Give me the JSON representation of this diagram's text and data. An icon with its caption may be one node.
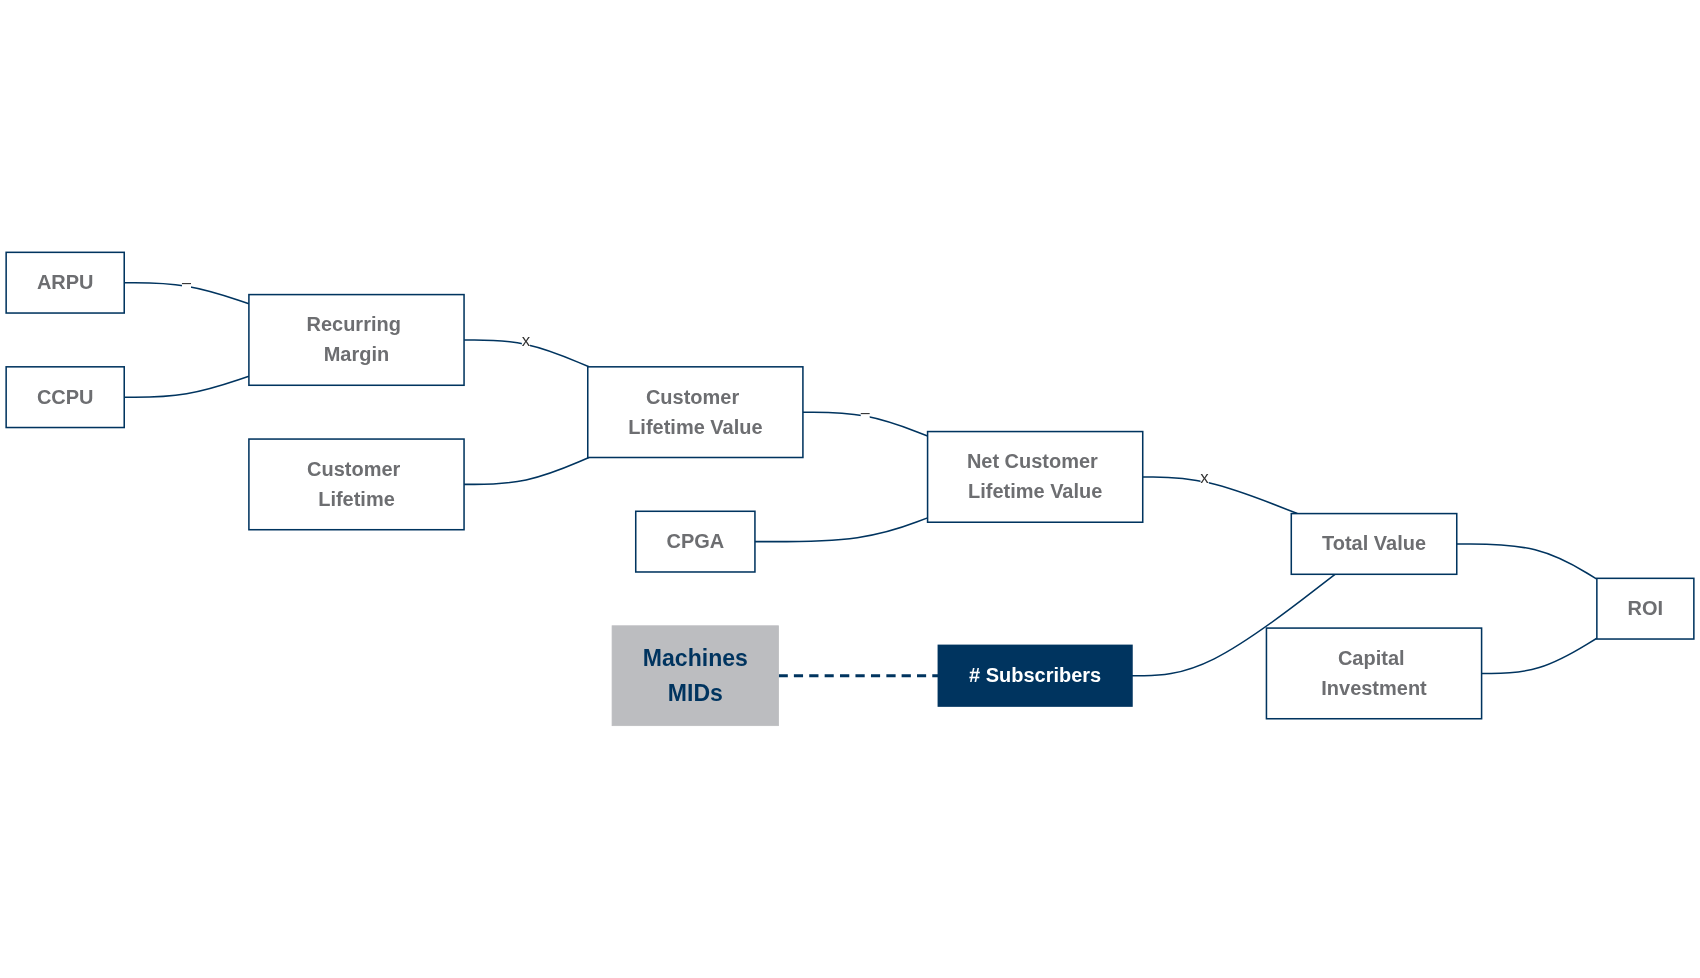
{
  "diagram": {
    "nodes": [
      {
        "text": [
          "Machines",
          "MIDs"
        ]
      },
      {
        "text": [
          "ARPU"
        ]
      },
      {
        "text": [
          "Recurring Margin"
        ]
      },
      {
        "text": [
          "CCPU"
        ]
      },
      {
        "text": [
          "Customer Lifetime Value"
        ]
      },
      {
        "text": [
          "Customer Lifetime"
        ]
      },
      {
        "text": [
          "Net Customer Lifetime Value"
        ]
      },
      {
        "text": [
          "CPGA"
        ]
      },
      {
        "text": [
          "Total Value"
        ]
      },
      {
        "text": [
          "# Subscribers"
        ]
      },
      {
        "text": [
          "ROI"
        ]
      },
      {
        "text": [
          "Capital Investment"
        ]
      }
    ],
    "edges": [
      {
        "from": 1,
        "to": 2,
        "arrow": "none",
        "label": "–"
      },
      {
        "from": 3,
        "to": 2,
        "arrow": "none"
      },
      {
        "from": 2,
        "to": 4,
        "arrow": "none",
        "label": "x"
      },
      {
        "from": 5,
        "to": 4,
        "arrow": "none"
      },
      {
        "from": 4,
        "to": 6,
        "arrow": "none",
        "label": "–"
      },
      {
        "from": 7,
        "to": 6,
        "arrow": "none"
      },
      {
        "from": 6,
        "to": 8,
        "arrow": "none",
        "label": "x"
      },
      {
        "from": 9,
        "to": 8,
        "arrow": "none"
      },
      {
        "from": 8,
        "to": 10,
        "arrow": "none"
      },
      {
        "from": 11,
        "to": 10,
        "arrow": "none"
      },
      {
        "from": 0,
        "to": 9,
        "arrow": "none",
        "style": "dashed",
        "color": "#00345f"
      }
    ]
  }
}
